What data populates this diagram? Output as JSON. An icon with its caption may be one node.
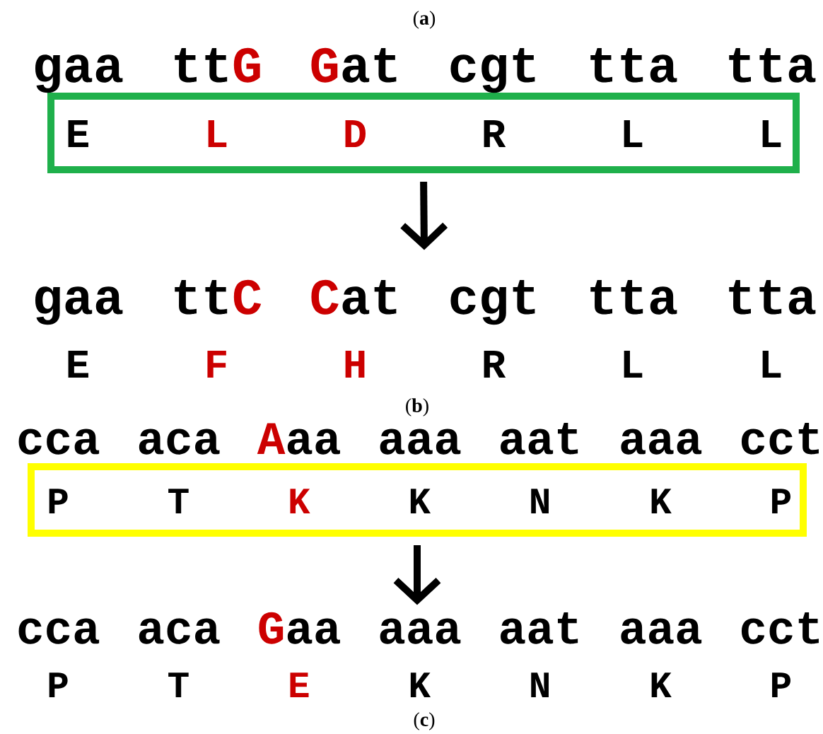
{
  "diagram": {
    "nodes": [
      {
        "text": [
          "E",
          "L",
          "D",
          "R",
          "L",
          "L"
        ],
        "beside": [
          "gaa",
          "tt",
          "G",
          "G",
          "at",
          "cgt",
          "tta",
          "tta"
        ]
      },
      {
        "text": [
          "gaa",
          "tt",
          "C",
          "C",
          "at",
          "cgt",
          "tta",
          "tta",
          "E",
          "F",
          "H",
          "R",
          "L",
          "L"
        ]
      },
      {
        "text": [
          "P",
          "T",
          "K",
          "K",
          "N",
          "K",
          "P"
        ],
        "beside": [
          "cca",
          "aca",
          "A",
          "aa",
          "aaa",
          "aat",
          "aaa",
          "cct"
        ]
      },
      {
        "text": [
          "cca",
          "aca",
          "G",
          "aa",
          "aaa",
          "aat",
          "aaa",
          "cct",
          "P",
          "T",
          "E",
          "K",
          "N",
          "K",
          "P"
        ]
      }
    ],
    "edges": [
      {
        "from": 0,
        "to": 1,
        "arrow": "to"
      },
      {
        "from": 2,
        "to": 3,
        "arrow": "to"
      }
    ],
    "labels": [
      "(**a**)",
      "(**b**)",
      "(**c**)"
    ]
  }
}
